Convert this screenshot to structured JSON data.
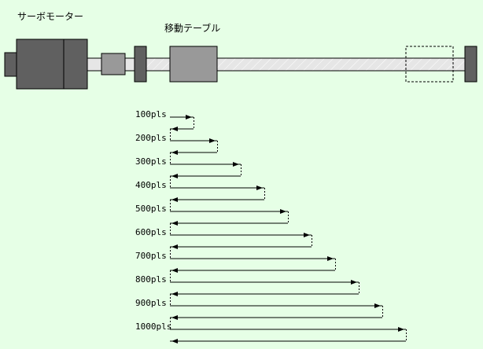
{
  "labels": {
    "motor": "サーボモーター",
    "table": "移動テーブル"
  },
  "moves": [
    {
      "label": "100pls",
      "pulses": 100
    },
    {
      "label": "200pls",
      "pulses": 200
    },
    {
      "label": "300pls",
      "pulses": 300
    },
    {
      "label": "400pls",
      "pulses": 400
    },
    {
      "label": "500pls",
      "pulses": 500
    },
    {
      "label": "600pls",
      "pulses": 600
    },
    {
      "label": "700pls",
      "pulses": 700
    },
    {
      "label": "800pls",
      "pulses": 800
    },
    {
      "label": "900pls",
      "pulses": 900
    },
    {
      "label": "1000pls",
      "pulses": 1000
    }
  ],
  "colors": {
    "background": "#e6ffe6",
    "motor": "#606060",
    "table": "#999999",
    "shaft": "#e6e6e6"
  }
}
